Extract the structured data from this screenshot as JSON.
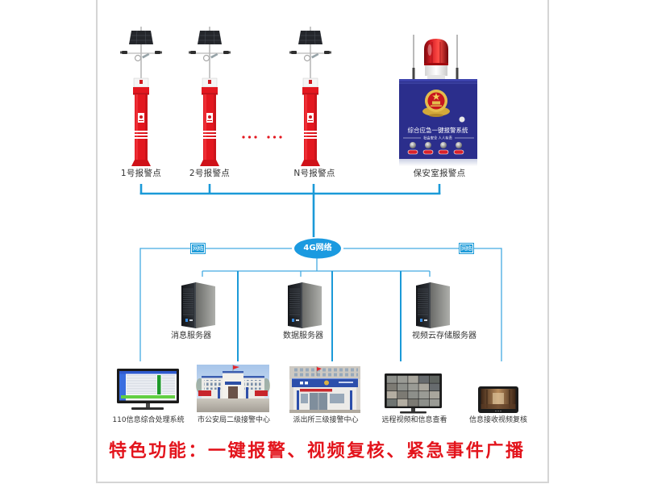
{
  "diagram": {
    "alarm_points": [
      {
        "label": "1号报警点"
      },
      {
        "label": "2号报警点"
      },
      {
        "label": "N号报警点"
      }
    ],
    "security_room": {
      "label": "保安室报警点",
      "panel_title": "综合应急一键报警系统",
      "panel_slogan": "社会安全  人人有责"
    },
    "network": {
      "hub_label": "4G网络",
      "left_link_tag": "网络",
      "right_link_tag": "网络"
    },
    "servers": [
      {
        "label": "消息服务器"
      },
      {
        "label": "数据服务器"
      },
      {
        "label": "视频云存储服务器"
      }
    ],
    "terminals": [
      {
        "label": "110信息综合处理系统"
      },
      {
        "label": "市公安局二级接警中心"
      },
      {
        "label": "派出所三级接警中心"
      },
      {
        "label": "远程视频和信息查看"
      },
      {
        "label": "信息接收视频复核"
      }
    ],
    "features_banner": "特色功能：一键报警、视频复核、紧急事件广播"
  },
  "colors": {
    "link_blue": "#1b9ad8",
    "alarm_red": "#e3171f",
    "panel_blue": "#2b2e8c",
    "banner_red": "#e3141c"
  }
}
